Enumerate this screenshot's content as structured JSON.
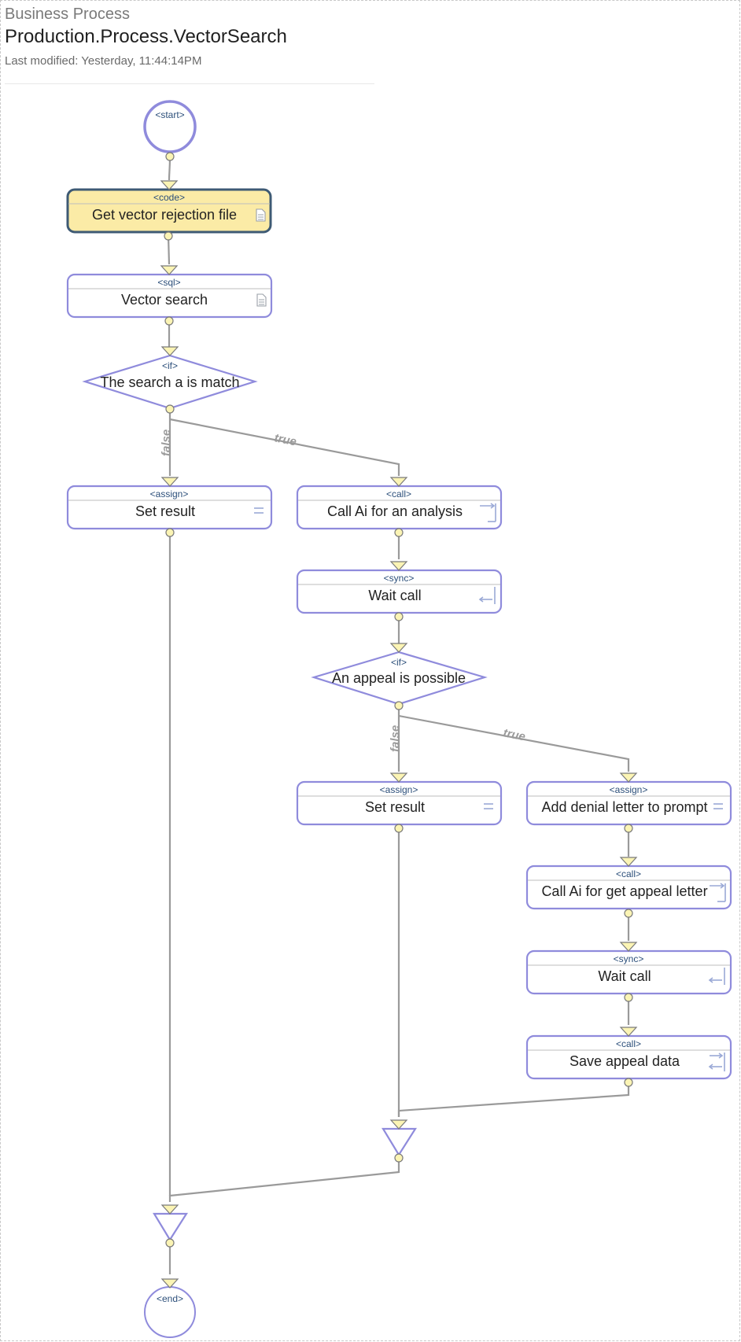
{
  "header": {
    "kind": "Business Process",
    "title": "Production.Process.VectorSearch",
    "modified": "Last modified: Yesterday, 11:44:14PM"
  },
  "colors": {
    "node_border": "#8f8bdc",
    "selected_fill": "#fbeba6",
    "selected_border": "#3e5a74",
    "connector": "#9a9a9a",
    "port_fill": "#fbf4b4",
    "tag_text": "#2c4f7a"
  },
  "nodes": {
    "start": {
      "tag": "<start>"
    },
    "get_vector_file": {
      "tag": "<code>",
      "label": "Get vector rejection file",
      "icon": "document-icon",
      "selected": true
    },
    "vector_search": {
      "tag": "<sql>",
      "label": "Vector search",
      "icon": "document-icon"
    },
    "if_match": {
      "tag": "<if>",
      "label": "The search a is match"
    },
    "set_result_1": {
      "tag": "<assign>",
      "label": "Set result",
      "icon": "equals-icon"
    },
    "call_ai_analysis": {
      "tag": "<call>",
      "label": "Call Ai for an analysis",
      "icon": "call-out-icon"
    },
    "wait_call_1": {
      "tag": "<sync>",
      "label": "Wait call",
      "icon": "sync-return-icon"
    },
    "if_appeal": {
      "tag": "<if>",
      "label": "An appeal is possible"
    },
    "set_result_2": {
      "tag": "<assign>",
      "label": "Set result",
      "icon": "equals-icon"
    },
    "add_denial": {
      "tag": "<assign>",
      "label": "Add denial letter to prompt",
      "icon": "equals-icon"
    },
    "call_ai_appeal": {
      "tag": "<call>",
      "label": "Call Ai for get appeal letter",
      "icon": "call-out-icon"
    },
    "wait_call_2": {
      "tag": "<sync>",
      "label": "Wait call",
      "icon": "sync-return-icon"
    },
    "save_appeal": {
      "tag": "<call>",
      "label": "Save appeal data",
      "icon": "call-both-icon"
    },
    "end": {
      "tag": "<end>"
    }
  },
  "branches": {
    "if_match_true": "true",
    "if_match_false": "false",
    "if_appeal_true": "true",
    "if_appeal_false": "false"
  }
}
